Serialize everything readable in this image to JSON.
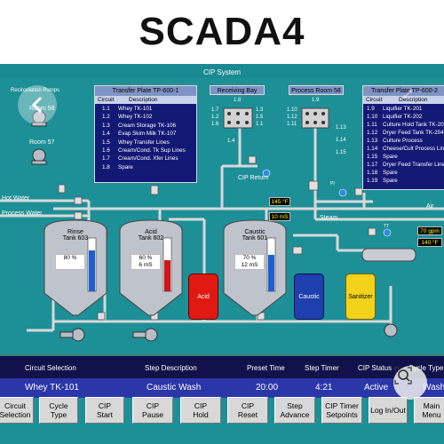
{
  "page_title": "SCADA4",
  "screen_title": "CIP System",
  "recirc_label": "Recirculation Pumps",
  "recirc_rooms": [
    "Room 58",
    "Room 57"
  ],
  "left_panel": {
    "title": "Transfer Plate TP-600-1",
    "col_circuit": "Circuit",
    "col_description": "Description",
    "rows": [
      {
        "c": "1.1",
        "d": "Whey TK-101"
      },
      {
        "c": "1.2",
        "d": "Whey TK-102"
      },
      {
        "c": "1.3",
        "d": "Cream Storage TK-106"
      },
      {
        "c": "1.4",
        "d": "Evap Skim Milk TK-107"
      },
      {
        "c": "1.5",
        "d": "Whey Transfer Lines"
      },
      {
        "c": "1.6",
        "d": "Cream/Cond. Tk Sup Lines"
      },
      {
        "c": "1.7",
        "d": "Cream/Cond. Xfer Lines"
      },
      {
        "c": "1.8",
        "d": "Spare"
      }
    ]
  },
  "right_panel": {
    "title": "Transfer Plate TP-600-2",
    "col_circuit": "Circuit",
    "col_description": "Description",
    "rows": [
      {
        "c": "1.9",
        "d": "Liquifier TK-201"
      },
      {
        "c": "1.10",
        "d": "Liquifier TK-202"
      },
      {
        "c": "1.11",
        "d": "Culture Hold Tank TK-203"
      },
      {
        "c": "1.12",
        "d": "Dryer Feed Tank TK-204"
      },
      {
        "c": "1.13",
        "d": "Culture Process"
      },
      {
        "c": "1.14",
        "d": "Cheese/Cult Process Lines"
      },
      {
        "c": "1.15",
        "d": "Spare"
      },
      {
        "c": "1.17",
        "d": "Dryer Feed Transfer Lines"
      },
      {
        "c": "1.18",
        "d": "Spare"
      },
      {
        "c": "1.19",
        "d": "Spare"
      }
    ]
  },
  "receiving_bay": {
    "title": "Receiving Bay",
    "top": "1.8",
    "left": [
      "1.7",
      "1.2",
      "1.6"
    ],
    "right": [
      "1.3",
      "1.5",
      "1.1"
    ],
    "bottom": "1.4"
  },
  "process_room": {
    "title": "Process Room 58",
    "top": "1.9",
    "left": [
      "1.10",
      "1.12",
      "1.11"
    ],
    "right": [
      "1.13",
      "1.14",
      "1.15"
    ]
  },
  "lines": {
    "cip_return": "CIP Return",
    "hot_water": "Hot Water",
    "process_water": "Process Water",
    "steam": "Steam",
    "air": "Air"
  },
  "readings": {
    "return_temp": "145 °F",
    "return_cond": "10 mS",
    "flow": "70 gpm",
    "supply_temp": "140 °F",
    "pressure_label": "PI",
    "temp_label": "TT"
  },
  "tanks": [
    {
      "name": "Rinse\nTank 603",
      "line1": "80 %",
      "line2": "",
      "level": 0.8
    },
    {
      "name": "Acid\nTank 602",
      "line1": "60 %",
      "line2": "6 mS",
      "level": 0.6
    },
    {
      "name": "Caustic\nTank 601",
      "line1": "70 %",
      "line2": "12 mS",
      "level": 0.7
    }
  ],
  "drums": [
    {
      "label": "Acid",
      "color": "#e01a12"
    },
    {
      "label": "Caustic",
      "color": "#1e3fae"
    },
    {
      "label": "Sanitizer",
      "color": "#f2d21a"
    }
  ],
  "status_headers": [
    "Circuit Selection",
    "Step Description",
    "Preset Time",
    "Step Timer",
    "CIP Status",
    "Cycle Type"
  ],
  "status_values": [
    "Whey TK-101",
    "Caustic Wash",
    "20:00",
    "4:21",
    "Active",
    "Wash"
  ],
  "buttons": [
    "Circuit\nSelection",
    "Cycle\nType",
    "CIP\nStart",
    "CIP\nPause",
    "CIP\nHold",
    "CIP\nReset",
    "Step\nAdvance",
    "CIP Timer\nSetpoints",
    "Log In/Out",
    "Main\nMenu"
  ],
  "colors": {
    "background": "#1d8f97",
    "panel": "#141875",
    "pipe": "#d8d8d8",
    "accent": "#7f93c4",
    "status_bar": "#2b36a8"
  },
  "icons": {
    "back": "chevron-left-icon",
    "zoom": "lens-search-icon",
    "expand": "expand-icon"
  }
}
